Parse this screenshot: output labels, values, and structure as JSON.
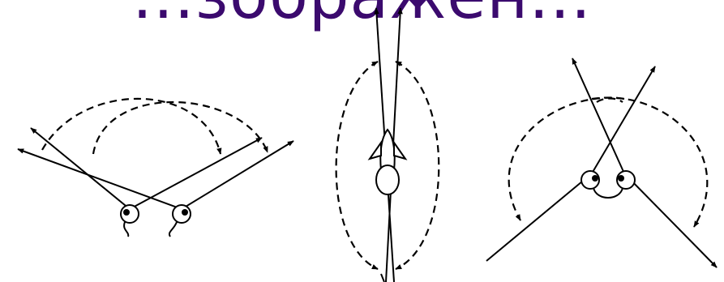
{
  "title": {
    "text": "...зображен...",
    "color": "#3b0a6e"
  },
  "panels": [
    {
      "name": "two-eyes-spread-apart"
    },
    {
      "name": "top-view-bird"
    },
    {
      "name": "two-eyes-crossed"
    }
  ]
}
